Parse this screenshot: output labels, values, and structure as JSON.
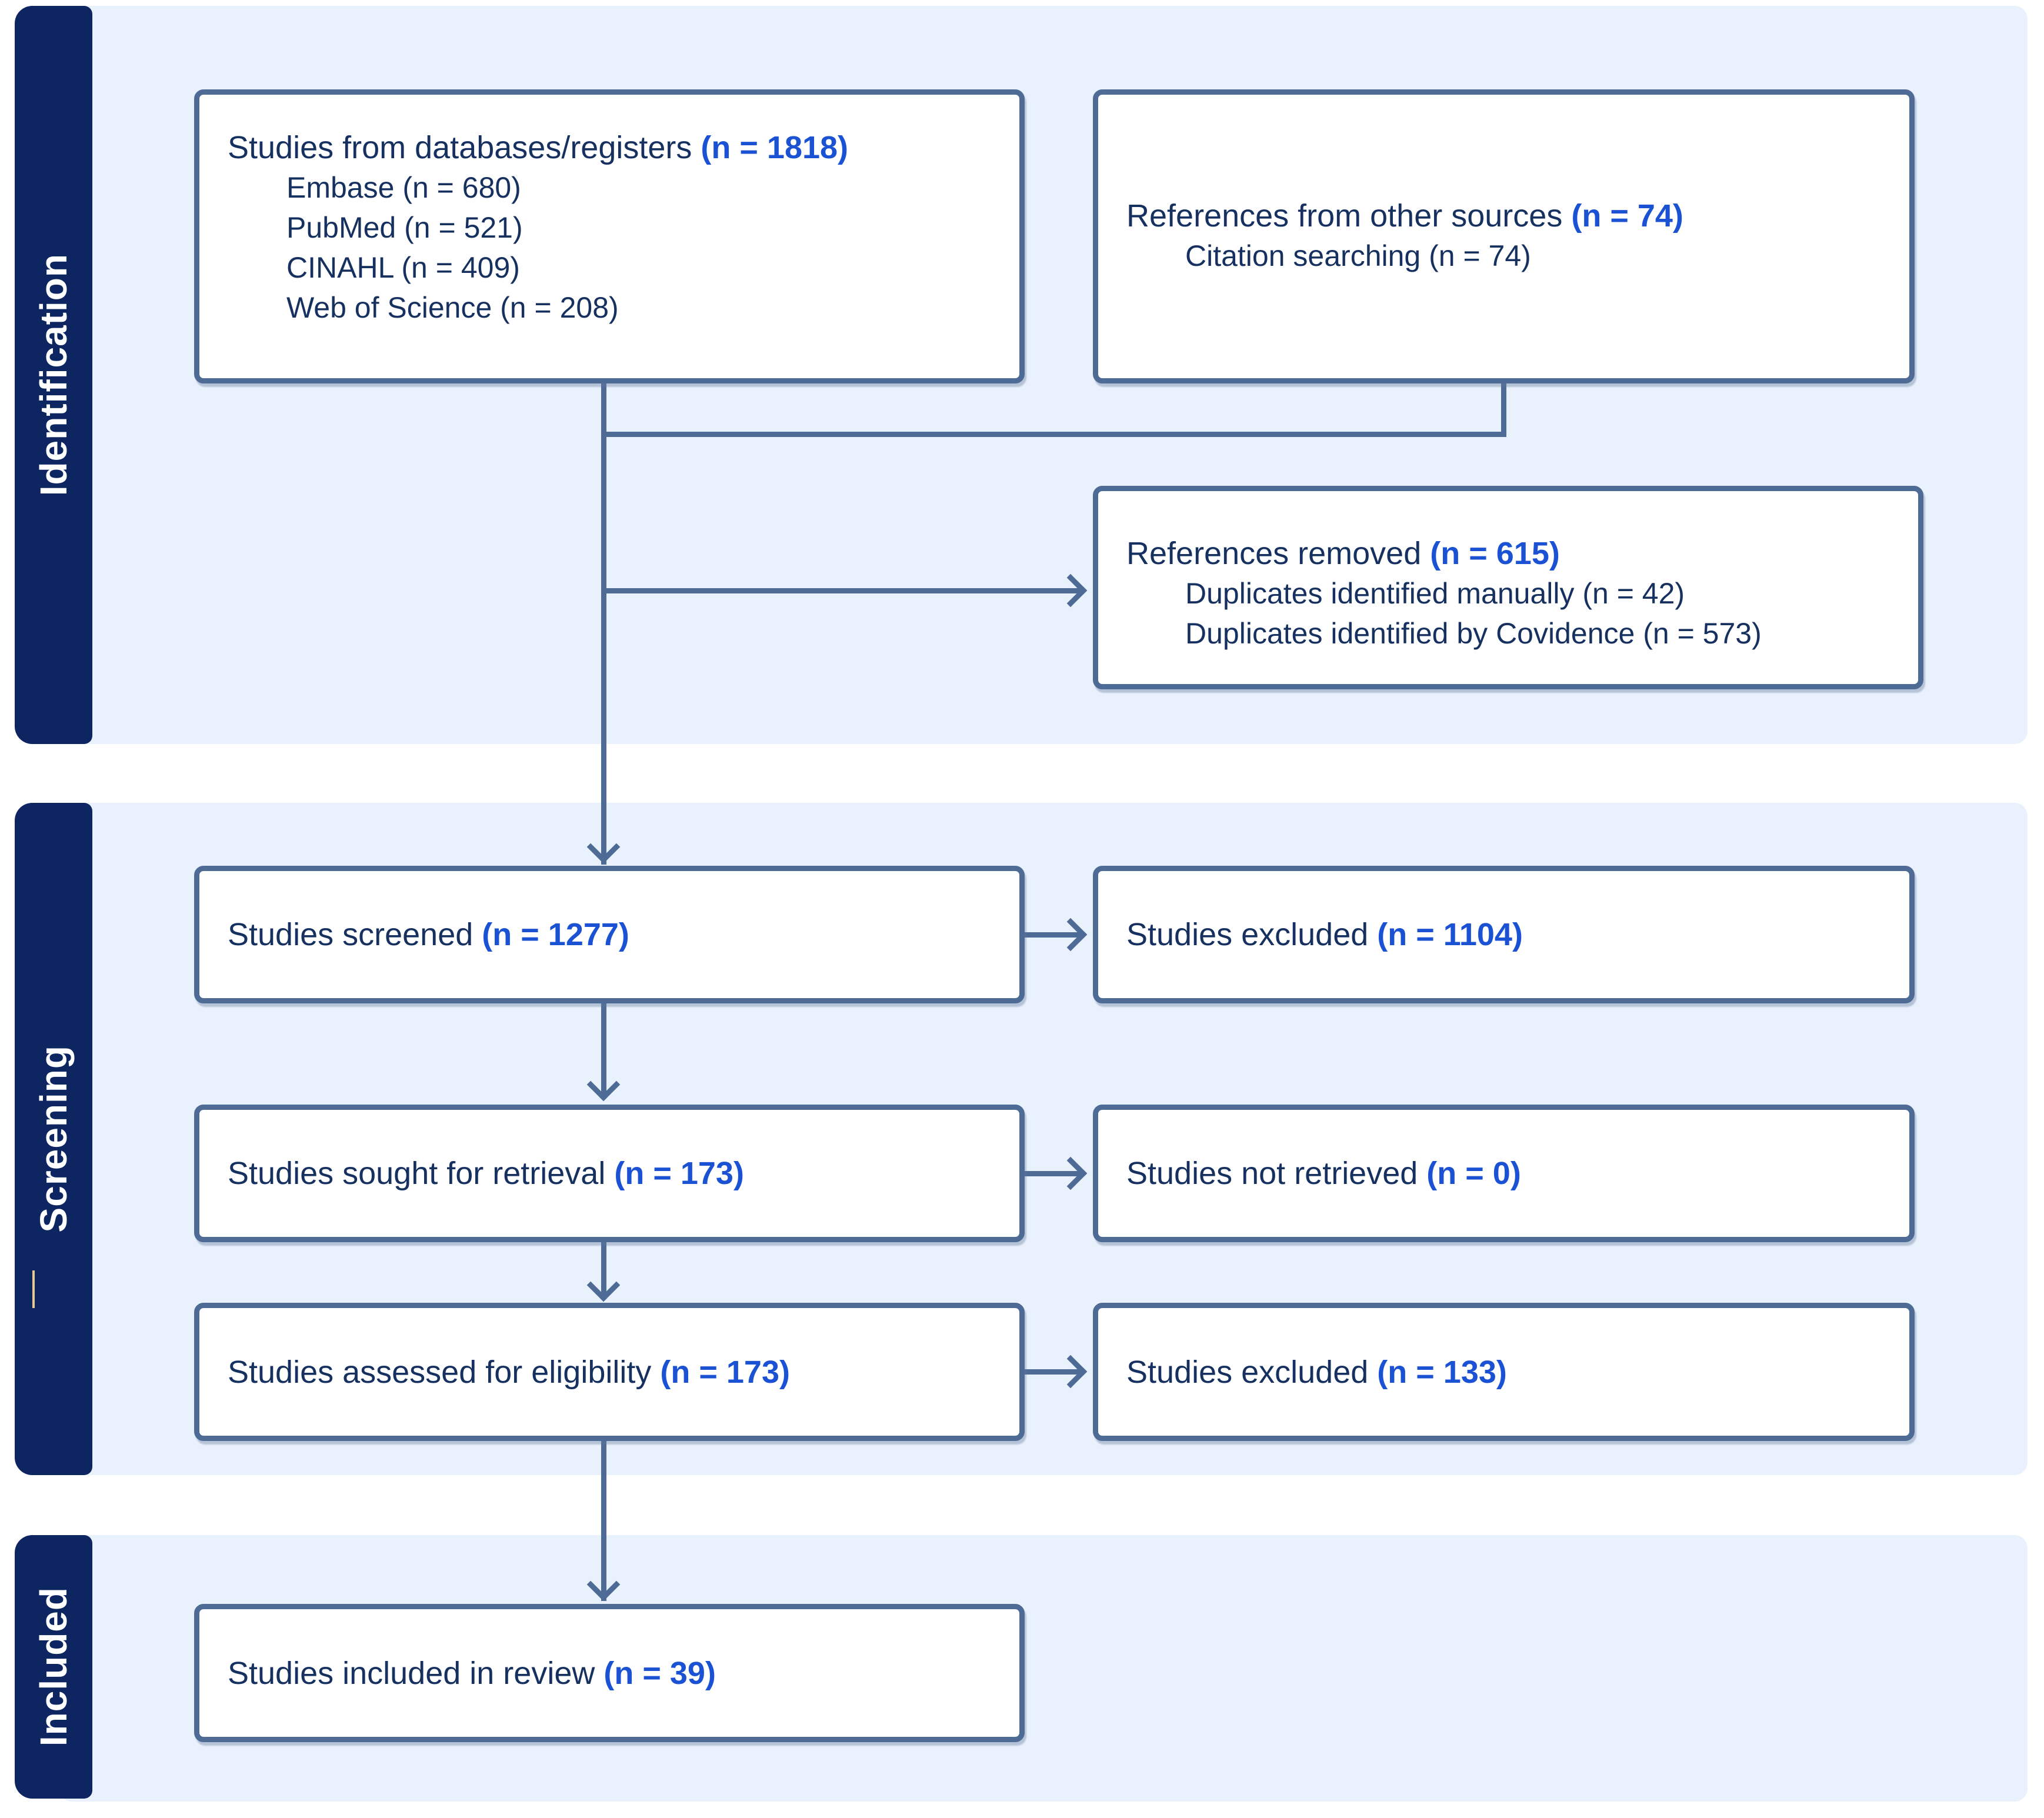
{
  "diagram": {
    "sections": [
      {
        "label": "Identification"
      },
      {
        "label": "Screening"
      },
      {
        "label": "Included"
      }
    ],
    "boxes": {
      "databases": {
        "title": "Studies from databases/registers",
        "n": "(n = 1818)",
        "items": [
          "Embase (n = 680)",
          "PubMed (n = 521)",
          "CINAHL (n = 409)",
          "Web of Science (n = 208)"
        ]
      },
      "other_sources": {
        "title": "References from other sources",
        "n": "(n = 74)",
        "items": [
          "Citation searching (n = 74)"
        ]
      },
      "references_removed": {
        "title": "References removed",
        "n": "(n = 615)",
        "items": [
          "Duplicates identified manually (n = 42)",
          "Duplicates identified by Covidence (n = 573)"
        ]
      },
      "screened": {
        "title": "Studies screened",
        "n": "(n = 1277)"
      },
      "excluded_screening": {
        "title": "Studies excluded",
        "n": "(n = 1104)"
      },
      "sought": {
        "title": "Studies sought for retrieval",
        "n": "(n = 173)"
      },
      "not_retrieved": {
        "title": "Studies not retrieved",
        "n": "(n = 0)"
      },
      "assessed": {
        "title": "Studies assessed for eligibility",
        "n": "(n = 173)"
      },
      "excluded_eligibility": {
        "title": "Studies excluded",
        "n": "(n = 133)"
      },
      "included": {
        "title": "Studies included in review",
        "n": "(n = 39)"
      }
    },
    "colors": {
      "navy": "#0d2561",
      "band_blue": "#e9f1fc",
      "line_slate": "#4e6b96",
      "text_navy": "#16305f",
      "accent_blue": "#1b52d4"
    }
  }
}
